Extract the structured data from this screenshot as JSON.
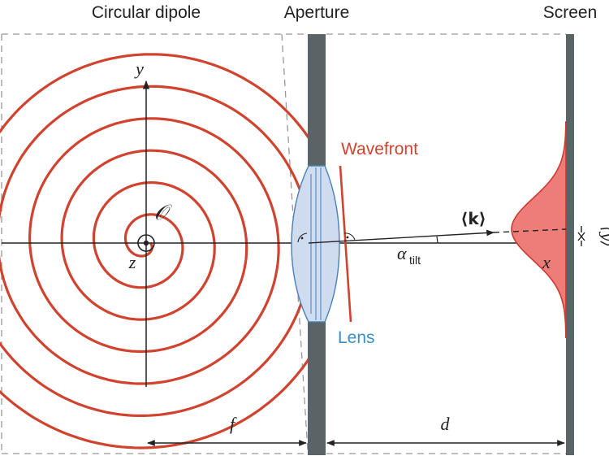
{
  "labels": {
    "circular_dipole": "Circular dipole",
    "aperture": "Aperture",
    "screen": "Screen",
    "wavefront": "Wavefront",
    "lens": "Lens",
    "origin": "𝒪",
    "axis_y": "y",
    "axis_z": "z",
    "axis_x": "x",
    "k_vector": "⟨k⟩",
    "alpha_tilt": "α",
    "alpha_sub": "tilt",
    "y_mean": "⟨y⟩",
    "dist_f": "f",
    "dist_d": "d"
  },
  "colors": {
    "spiral": "#d0432f",
    "aperture": "#5a6366",
    "lens_fill": "#cfdcef",
    "lens_stroke": "#4a7fb8",
    "profile_fill": "#ee7c78",
    "profile_stroke": "#cc3b30",
    "axis": "#222222",
    "dash": "#999999"
  }
}
